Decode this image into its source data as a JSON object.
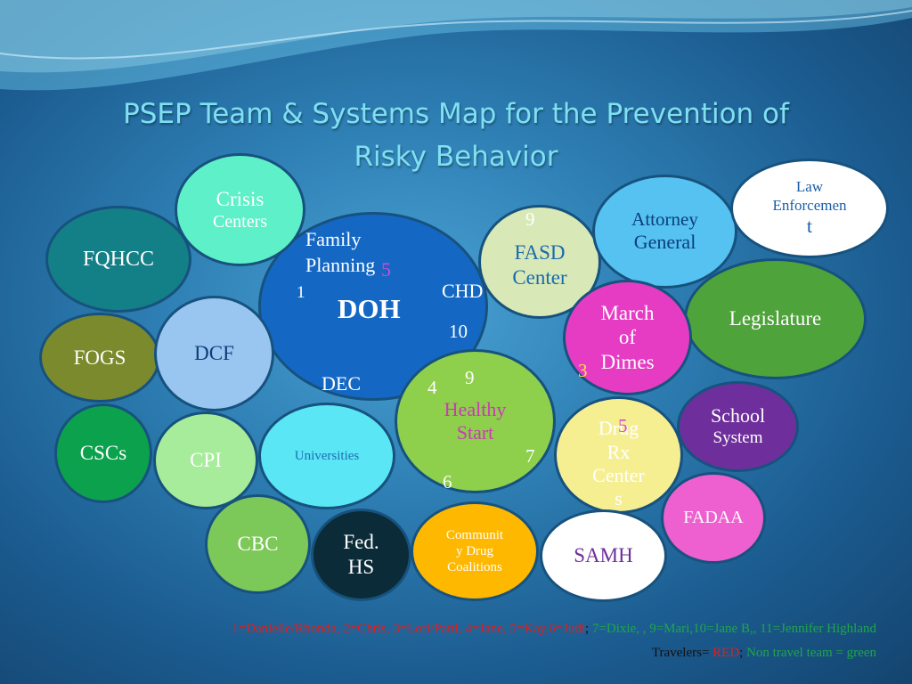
{
  "title": {
    "line1": "PSEP Team & Systems Map for the Prevention of",
    "line2": "Risky Behavior"
  },
  "nodes": {
    "crisis_centers": {
      "l1": "Crisis",
      "l2": "Centers",
      "color": "#5ef0c8"
    },
    "fqhcc": {
      "label": "FQHCC",
      "color": "#137f86"
    },
    "doh": {
      "label": "DOH",
      "family_l1": "Family",
      "family_l2": "Planning",
      "chd": "CHD",
      "dec": "DEC",
      "n1": "1",
      "n5": "5",
      "n10": "10",
      "color": "#1468c4"
    },
    "fasd": {
      "n9": "9",
      "l1": "FASD",
      "l2": "Center",
      "color": "#d8e8b6"
    },
    "attorney_general": {
      "l1": "Attorney",
      "l2": "General",
      "color": "#55c2f2"
    },
    "law_enforcement": {
      "l1": "Law",
      "l2": "Enforcemen",
      "l3": "t",
      "color": "#ffffff"
    },
    "legislature": {
      "label": "Legislature",
      "color": "#4ea33a"
    },
    "march_of_dimes": {
      "l1": "March",
      "l2": "of",
      "l3": "Dimes",
      "n3": "3",
      "color": "#e63cc4"
    },
    "fogs": {
      "label": "FOGS",
      "color": "#7b8a2c"
    },
    "dcf": {
      "label": "DCF",
      "color": "#99c6f0"
    },
    "healthy_start": {
      "l1": "Healthy",
      "l2": "Start",
      "n9": "9",
      "n4": "4",
      "n7": "7",
      "n6": "6",
      "color": "#8ecf4b"
    },
    "drug_rx": {
      "l1": "Drug",
      "l2": "Rx",
      "l3": "Center",
      "l4": "s",
      "n5": "5",
      "color": "#f6ef92"
    },
    "school_system": {
      "l1": "School",
      "l2": "System",
      "color": "#6e2f9c"
    },
    "cscs": {
      "label": "CSCs",
      "color": "#0ca14c"
    },
    "cpi": {
      "label": "CPI",
      "color": "#a6ec9a"
    },
    "universities": {
      "label": "Universities",
      "color": "#5ae6f4"
    },
    "fadaa": {
      "label": "FADAA",
      "color": "#ee5fcf"
    },
    "cbc": {
      "label": "CBC",
      "color": "#7cc859"
    },
    "fed_hs": {
      "l1": "Fed.",
      "l2": "HS",
      "color": "#0b2b38"
    },
    "community_drug": {
      "l1": "Communit",
      "l2": "y Drug",
      "l3": "Coalitions",
      "color": "#ffb800"
    },
    "samh": {
      "label": "SAMH",
      "color": "#ffffff"
    }
  },
  "legend": {
    "line1_red": "1=Danielle/Rhonda, 2=Chris, 3=Lori/Patti, 4=Jane, 5=Kay,6=Judi",
    "line1_sep": ";",
    "line1_green": " 7=Dixie, , 9=Mari,10=Jane B,, 11=Jennifer Highland",
    "line2_black": "Travelers= ",
    "line2_red": "RED",
    "line2_sep": ";",
    "line2_green": " Non travel  team = green"
  }
}
